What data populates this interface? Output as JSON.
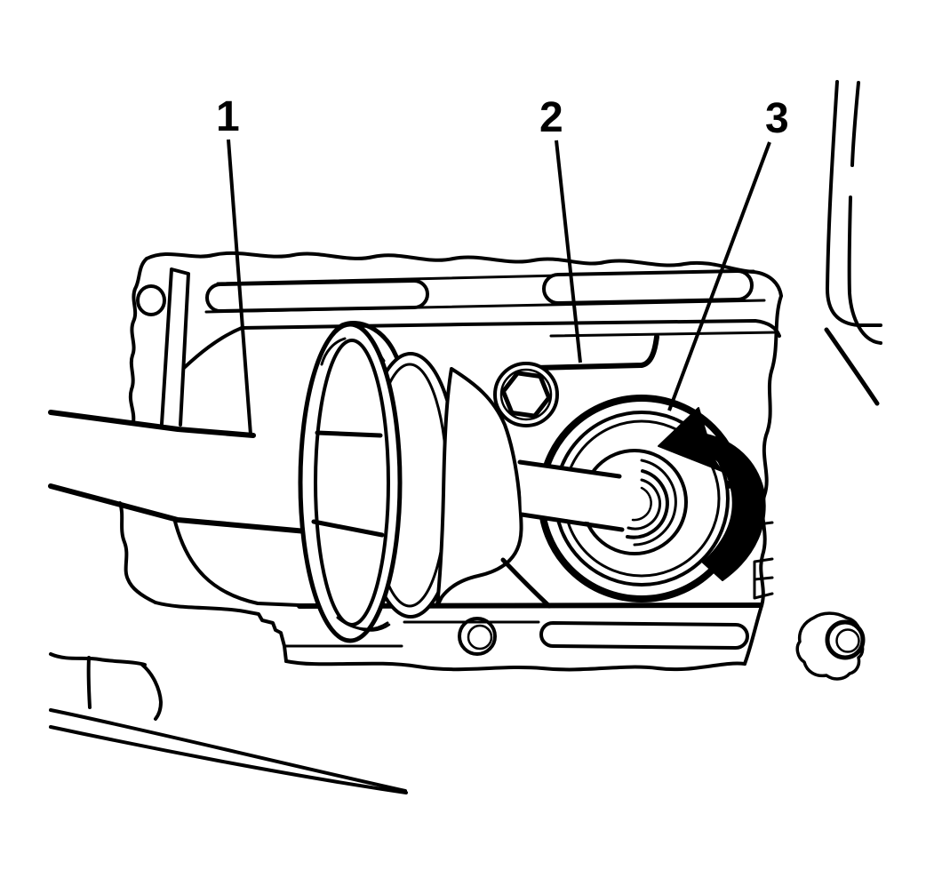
{
  "figure": {
    "title": "axle-seal-installation-illustration",
    "background_color": "#ffffff",
    "line_color": "#000000",
    "callouts": [
      {
        "label": "1"
      },
      {
        "label": "2"
      },
      {
        "label": "3"
      }
    ],
    "icons": {
      "rotation_arrow": "counterclockwise-rotation-arrow",
      "hex_bolt": "hex-bolt-head",
      "seal_rings": "concentric-seal-bore-rings"
    }
  }
}
